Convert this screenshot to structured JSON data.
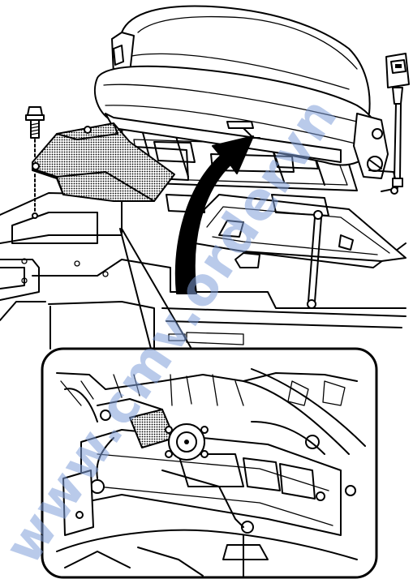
{
  "watermark": {
    "text": "www.cmv.ordervn",
    "color": "#7f9fd8"
  },
  "colors": {
    "line": "#000000",
    "background": "#ffffff",
    "shade": "#9a9a9a"
  },
  "icons": [
    "operator-seat",
    "seat-belt-buckle",
    "cover-plate",
    "mounting-bolt",
    "rotation-arrow",
    "engine-detail-inset"
  ]
}
